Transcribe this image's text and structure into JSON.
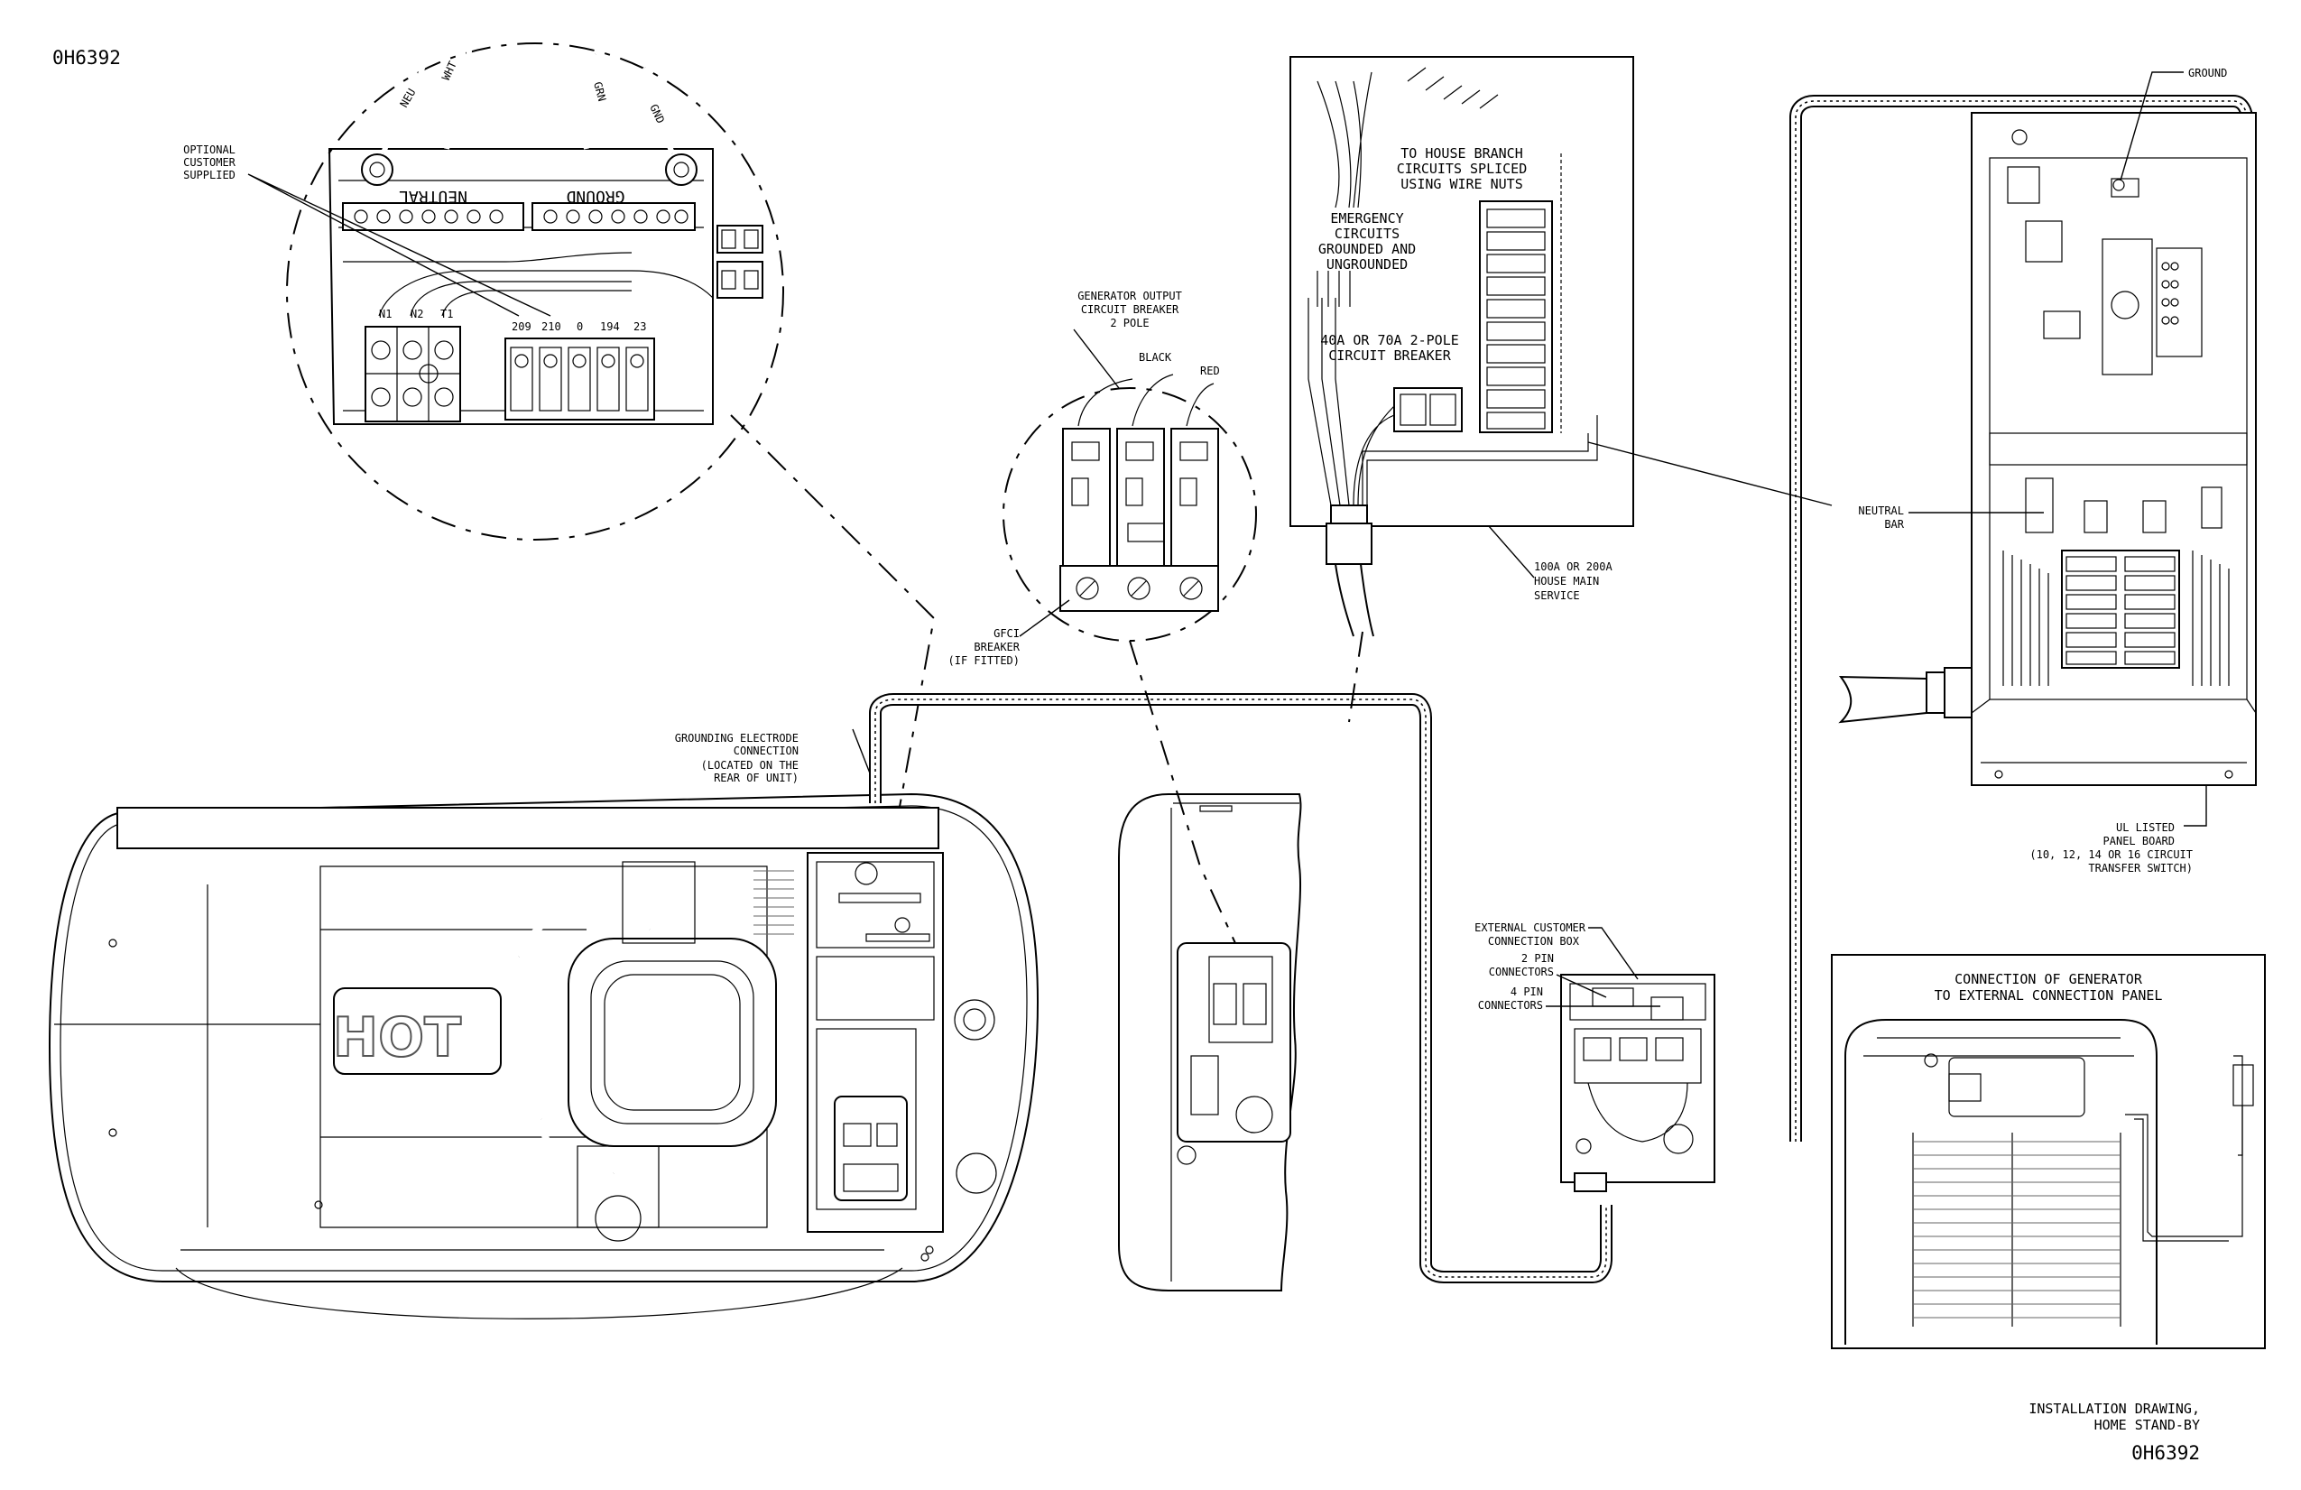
{
  "document_id_top": "0H6392",
  "document_id_bottom": "0H6392",
  "drawing_title": [
    "INSTALLATION DRAWING,",
    "HOME STAND-BY"
  ],
  "zoom_terminal": {
    "neutral_bar": "NEUTRAL",
    "ground_bar": "GROUND",
    "wire_neu": "NEU",
    "wire_wht": "WHT",
    "wire_grn": "GRN",
    "wire_gnd": "GND",
    "terminal_labels": [
      "N1",
      "N2",
      "T1"
    ],
    "control_terminal_labels": [
      "209",
      "210",
      "0",
      "194",
      "23"
    ]
  },
  "callouts": {
    "optional_customer_supplied": [
      "OPTIONAL",
      "CUSTOMER",
      "SUPPLIED"
    ],
    "generator_output_breaker": [
      "GENERATOR OUTPUT",
      "CIRCUIT BREAKER",
      "2 POLE"
    ],
    "black": "BLACK",
    "red": "RED",
    "gfci_breaker": [
      "GFCI",
      "BREAKER",
      "(IF FITTED)"
    ],
    "grounding_electrode": [
      "GROUNDING ELECTRODE",
      "CONNECTION",
      "(LOCATED ON THE",
      "REAR OF UNIT)"
    ],
    "house_branch": [
      "TO HOUSE BRANCH",
      "CIRCUITS SPLICED",
      "USING WIRE NUTS"
    ],
    "emergency_circuits": [
      "EMERGENCY",
      "CIRCUITS",
      "GROUNDED AND",
      "UNGROUNDED"
    ],
    "breaker_2pole": [
      "40A OR 70A 2-POLE",
      "CIRCUIT BREAKER"
    ],
    "main_service": [
      "100A OR 200A",
      "HOUSE MAIN",
      "SERVICE"
    ],
    "ground": "GROUND",
    "neutral_bar": [
      "NEUTRAL",
      "BAR"
    ],
    "ul_listed": [
      "UL LISTED",
      "PANEL BOARD",
      "(10, 12, 14 OR 16 CIRCUIT",
      "TRANSFER SWITCH)"
    ],
    "external_box": [
      "EXTERNAL CUSTOMER",
      "CONNECTION BOX"
    ],
    "two_pin": [
      "2 PIN",
      "CONNECTORS"
    ],
    "four_pin": [
      "4 PIN",
      "CONNECTORS"
    ]
  },
  "generator_hot_label": "HOT",
  "inset_title": [
    "CONNECTION OF GENERATOR",
    "TO EXTERNAL CONNECTION PANEL"
  ]
}
